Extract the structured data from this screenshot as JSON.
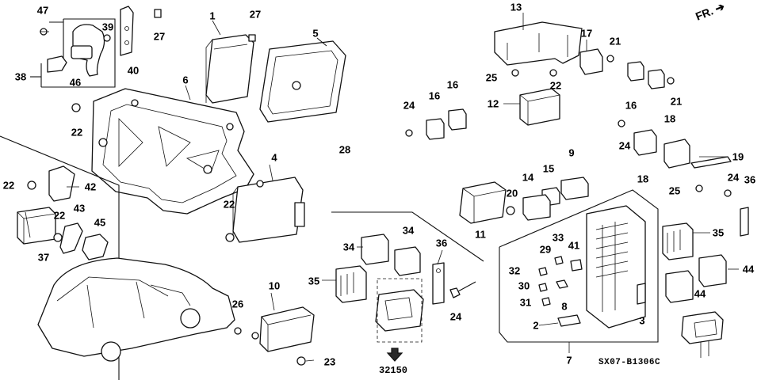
{
  "direction_label": "FR.",
  "diagram_code": "SX07-B1306C",
  "reference_number": "32150",
  "callouts": [
    "47",
    "39",
    "27",
    "40",
    "38",
    "46",
    "1",
    "27",
    "5",
    "6",
    "22",
    "28",
    "13",
    "17",
    "21",
    "25",
    "22",
    "16",
    "21",
    "16",
    "16",
    "24",
    "12",
    "24",
    "18",
    "18",
    "19",
    "9",
    "14",
    "15",
    "20",
    "11",
    "25",
    "24",
    "36",
    "35",
    "33",
    "29",
    "32",
    "41",
    "30",
    "31",
    "8",
    "2",
    "3",
    "7",
    "44",
    "44",
    "22",
    "42",
    "43",
    "37",
    "22",
    "45",
    "4",
    "22",
    "10",
    "26",
    "23",
    "34",
    "34",
    "36",
    "35",
    "24"
  ]
}
